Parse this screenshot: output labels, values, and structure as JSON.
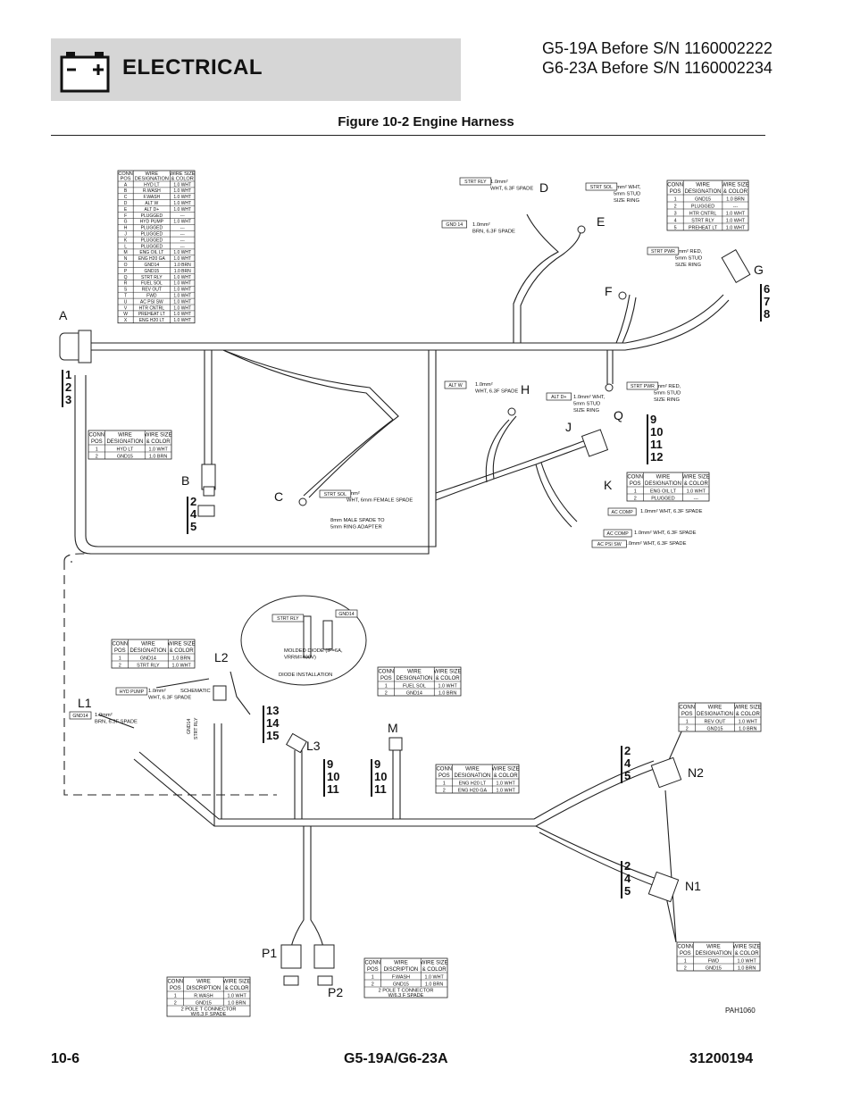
{
  "header": {
    "title": "ELECTRICAL",
    "models": [
      "G5-19A Before S/N 1160002222",
      "G6-23A Before S/N 1160002234"
    ]
  },
  "figure_title": "Figure 10-2 Engine Harness",
  "footer": {
    "page": "10-6",
    "model": "G5-19A/G6-23A",
    "doc": "31200194"
  },
  "drawing_id": "PAH1060",
  "icons": {
    "battery": "battery-icon"
  },
  "letters": [
    "A",
    "B",
    "C",
    "D",
    "E",
    "F",
    "G",
    "H",
    "J",
    "K",
    "L1",
    "L2",
    "L3",
    "M",
    "N1",
    "N2",
    "P1",
    "P2",
    "Q"
  ],
  "num_groups": {
    "a": [
      "1",
      "2",
      "3"
    ],
    "b": [
      "2",
      "4",
      "5"
    ],
    "g": [
      "6",
      "7",
      "8"
    ],
    "j": [
      "9",
      "10",
      "11",
      "12"
    ],
    "l2": [
      "13",
      "14",
      "15"
    ],
    "l3": [
      "9",
      "10",
      "11"
    ],
    "m": [
      "9",
      "10",
      "11"
    ],
    "n2": [
      "2",
      "4",
      "5"
    ],
    "n1": [
      "2",
      "4",
      "5"
    ]
  },
  "tables": {
    "a": {
      "headers": [
        "CONN POS",
        "WIRE DESIGNATION",
        "WIRE SIZE & COLOR"
      ],
      "rows": [
        [
          "A",
          "HYD LT",
          "1.0 WHT"
        ],
        [
          "B",
          "R.WASH",
          "1.0 WHT"
        ],
        [
          "C",
          "F.WASH",
          "1.0 WHT"
        ],
        [
          "D",
          "ALT W",
          "1.0 WHT"
        ],
        [
          "E",
          "ALT D+",
          "1.0 WHT"
        ],
        [
          "F",
          "PLUGGED",
          "---"
        ],
        [
          "G",
          "HYD PUMP",
          "1.0 WHT"
        ],
        [
          "H",
          "PLUGGED",
          "---"
        ],
        [
          "J",
          "PLUGGED",
          "---"
        ],
        [
          "K",
          "PLUGGED",
          "---"
        ],
        [
          "L",
          "PLUGGED",
          "---"
        ],
        [
          "M",
          "ENG OIL LT",
          "1.0 WHT"
        ],
        [
          "N",
          "ENG H20 GA",
          "1.0 WHT"
        ],
        [
          "O",
          "GND14",
          "1.0 BRN"
        ],
        [
          "P",
          "GND15",
          "1.0 BRN"
        ],
        [
          "Q",
          "STRT RLY",
          "1.0 WHT"
        ],
        [
          "R",
          "FUEL SOL",
          "1.0 WHT"
        ],
        [
          "S",
          "REV OUT",
          "1.0 WHT"
        ],
        [
          "T",
          "FWD",
          "1.0 WHT"
        ],
        [
          "U",
          "AC PSI SW",
          "1.0 WHT"
        ],
        [
          "V",
          "HTR CNTRL",
          "1.0 WHT"
        ],
        [
          "W",
          "PREHEAT LT",
          "1.0 WHT"
        ],
        [
          "X",
          "ENG H20 LT",
          "1.0 WHT"
        ]
      ]
    },
    "g": {
      "headers": [
        "CONN POS",
        "WIRE DESIGNATION",
        "WIRE SIZE & COLOR"
      ],
      "rows": [
        [
          "1",
          "GND15",
          "1.0 BRN"
        ],
        [
          "2",
          "PLUGGED",
          "---"
        ],
        [
          "3",
          "HTR CNTRL",
          "1.0 WHT"
        ],
        [
          "4",
          "STRT RLY",
          "1.0 WHT"
        ],
        [
          "5",
          "PREHEAT LT",
          "1.0 WHT"
        ]
      ]
    },
    "b": {
      "headers": [
        "CONN POS",
        "WIRE DESIGNATION",
        "WIRE SIZE & COLOR"
      ],
      "rows": [
        [
          "1",
          "HYD LT",
          "1.0 WHT"
        ],
        [
          "2",
          "GND15",
          "1.0 BRN"
        ]
      ]
    },
    "k": {
      "headers": [
        "CONN POS",
        "WIRE DESIGNATION",
        "WIRE SIZE & COLOR"
      ],
      "rows": [
        [
          "1",
          "ENG OIL LT",
          "1.0 WHT"
        ],
        [
          "2",
          "PLUGGED",
          "---"
        ]
      ]
    },
    "l2": {
      "headers": [
        "CONN POS",
        "WIRE DESIGNATION",
        "WIRE SIZE & COLOR"
      ],
      "rows": [
        [
          "1",
          "GND14",
          "1.0 BRN"
        ],
        [
          "2",
          "STRT RLY",
          "1.0 WHT"
        ]
      ]
    },
    "l3": {
      "headers": [
        "CONN POS",
        "WIRE DESIGNATION",
        "WIRE SIZE & COLOR"
      ],
      "rows": [
        [
          "1",
          "FUEL SOL",
          "1.0 WHT"
        ],
        [
          "2",
          "GND14",
          "1.0 BRN"
        ]
      ]
    },
    "m": {
      "headers": [
        "CONN POS",
        "WIRE DESIGNATION",
        "WIRE SIZE & COLOR"
      ],
      "rows": [
        [
          "1",
          "ENG H20 LT",
          "1.0 WHT"
        ],
        [
          "2",
          "ENG H20 GA",
          "1.0 WHT"
        ]
      ]
    },
    "n2": {
      "headers": [
        "CONN POS",
        "WIRE DESIGNATION",
        "WIRE SIZE & COLOR"
      ],
      "rows": [
        [
          "1",
          "REV OUT",
          "1.0 WHT"
        ],
        [
          "2",
          "GND15",
          "1.0 BRN"
        ]
      ]
    },
    "n1": {
      "headers": [
        "CONN POS",
        "WIRE DESIGNATION",
        "WIRE SIZE & COLOR"
      ],
      "rows": [
        [
          "1",
          "FWD",
          "1.0 WHT"
        ],
        [
          "2",
          "GND15",
          "1.0 BRN"
        ]
      ]
    },
    "p1": {
      "headers": [
        "CONN POS",
        "WIRE DISCRIPTION",
        "WIRE SIZE & COLOR"
      ],
      "rows": [
        [
          "1",
          "R.WASH",
          "1.0 WHT"
        ],
        [
          "2",
          "GND15",
          "1.0 BRN"
        ]
      ],
      "footer": "2 POLE T CONNECTOR W/6.3 F SPADE"
    },
    "p2": {
      "headers": [
        "CONN POS",
        "WIRE DISCRIPTION",
        "WIRE SIZE & COLOR"
      ],
      "rows": [
        [
          "1",
          "F.WASH",
          "1.0 WHT"
        ],
        [
          "2",
          "GND15",
          "1.0 BRN"
        ]
      ],
      "footer": "2 POLE T CONNECTOR W/6.3 F SPADE"
    }
  },
  "tags": {
    "strt_rly_d": "STRT RLY",
    "gnd14_d": "GND 14",
    "strt_sol_e": "STRT SOL",
    "strt_pwr_f": "STRT PWR",
    "alt_w": "ALT W",
    "alt_d": "ALT D+",
    "strt_pwr_q": "STRT PWR",
    "strt_sol_c": "STRT SOL",
    "ac_comp_1": "AC COMP",
    "ac_comp_2": "AC COMP",
    "ac_psi_sw": "AC PSI SW",
    "hyd_pump": "HYD PUMP",
    "gnd14_l1": "GND14",
    "diode_strt_rly": "STRT RLY",
    "diode_gnd14": "GND14"
  },
  "callouts": {
    "d1": "1.0mm² WHT, 6.3F SPADE",
    "d2": "1.0mm² BRN, 6.3F SPADE",
    "e": "6mm² WHT, 5mm STUD SIZE RING",
    "f": "6mm² RED, 5mm STUD SIZE RING",
    "h1": "1.0mm² WHT, 6.3F SPADE",
    "h2": "1.0mm² WHT, 5mm STUD SIZE RING",
    "q": "6mm² RED, 5mm STUD SIZE RING",
    "c": "6mm² WHT, 6mm FEMALE SPADE",
    "c2": "8mm MALE SPADE TO 5mm RING ADAPTER",
    "k1": "1.0mm² WHT, 6.3F SPADE",
    "k2": "1.0mm² WHT, 6.3F SPADE",
    "k3": "1.0mm² WHT, 6.3F SPADE",
    "l1a": "1.0mm² WHT, 6.3F SPADE",
    "l1b": "1.0mm² BRN, 6.3F SPADE",
    "schematic": "SCHEMATIC",
    "diode": "MOLDED DIODE (IF=6A, VRRM=400V)",
    "diode_install": "DIODE INSTALLATION",
    "sch_gnd": "GND14",
    "sch_strt": "STRT RLY"
  }
}
